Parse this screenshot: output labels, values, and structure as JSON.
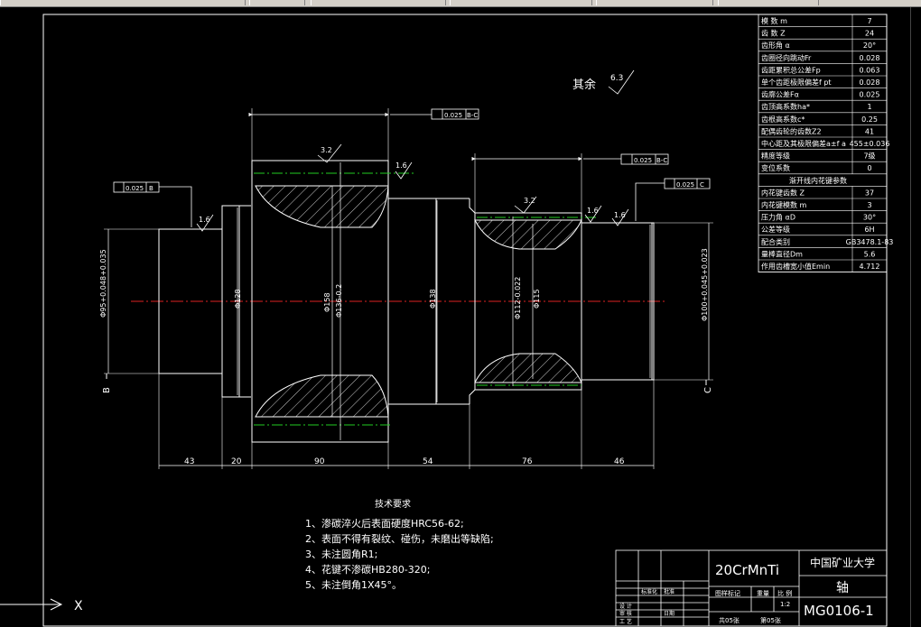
{
  "finish_note": {
    "label": "其余",
    "roughness": "6.3"
  },
  "tolerances": {
    "upper_runout": "0.025",
    "upper_runout_ref": "B-C",
    "mid_runout": "0.025",
    "mid_runout_ref": "B-C",
    "left_round": "0.025",
    "left_round_ref": "B",
    "right_round": "0.025",
    "right_round_ref": "C"
  },
  "roughness": {
    "gear1": "3.2",
    "gear1_side": "1.6",
    "gear2": "3.2",
    "gear2_side": "1.6",
    "left_shaft": "1.6",
    "right_shaft": "1.6"
  },
  "diameters": {
    "d1": "Φ95+0.048+0.035",
    "d2": "Φ128",
    "d3": "Φ158",
    "d4": "Φ136-0.2",
    "d5": "Φ138",
    "d6": "Φ112-0.022",
    "d7": "Φ115",
    "d8": "Φ100+0.045+0.023"
  },
  "dimensions": [
    "43",
    "20",
    "90",
    "54",
    "76",
    "46"
  ],
  "datums": {
    "left": "B",
    "right": "C"
  },
  "tech_req": {
    "title": "技术要求",
    "items": [
      "1、渗碳淬火后表面硬度HRC56-62;",
      "2、表面不得有裂纹、碰伤，未磨出等缺陷;",
      "3、未注圆角R1;",
      "4、花键不渗碳HB280-320;",
      "5、未注倒角1X45°。"
    ]
  },
  "param_table": [
    [
      "模  数   m",
      "7"
    ],
    [
      "齿  数   Z",
      "24"
    ],
    [
      "齿形角     α",
      "20°"
    ],
    [
      "齿圈径向跳动Fr",
      "0.028"
    ],
    [
      "齿距累积总公差Fp",
      "0.063"
    ],
    [
      "单个齿距极限偏差f pt",
      "0.028"
    ],
    [
      "齿廓公差Fα",
      "0.025"
    ],
    [
      "齿顶高系数ha*",
      "1"
    ],
    [
      "齿根高系数c*",
      "0.25"
    ],
    [
      "配偶齿轮的齿数Z2",
      "41"
    ],
    [
      "中心距及其极限偏差a±f a",
      "455±0.036"
    ],
    [
      "精度等级",
      "7级"
    ],
    [
      "变位系数",
      "0"
    ],
    [
      "渐开线内花键参数",
      ""
    ],
    [
      "内花键齿数   Z",
      "37"
    ],
    [
      "内花键模数   m",
      "3"
    ],
    [
      "压力角     αD",
      "30°"
    ],
    [
      "公差等级",
      "6H"
    ],
    [
      "配合类别",
      "GB3478.1-83"
    ],
    [
      "量棒直径Dm",
      "5.6"
    ],
    [
      "作用齿槽宽小值Emin",
      "4.712"
    ]
  ],
  "title_block": {
    "material": "20CrMnTi",
    "school": "中国矿业大学",
    "part_name": "轴",
    "drawing_no": "MG0106-1",
    "scale": "1:2",
    "stage_label": "图样标记",
    "weight_label": "重量",
    "scale_label": "比 例",
    "sheets": "共05张",
    "sheet": "第05张",
    "row_labels": [
      "设 计",
      "审 核",
      "工 艺"
    ],
    "col_labels": [
      "标准化",
      "批准",
      "日期"
    ]
  },
  "ucs": {
    "x_label": "X"
  }
}
